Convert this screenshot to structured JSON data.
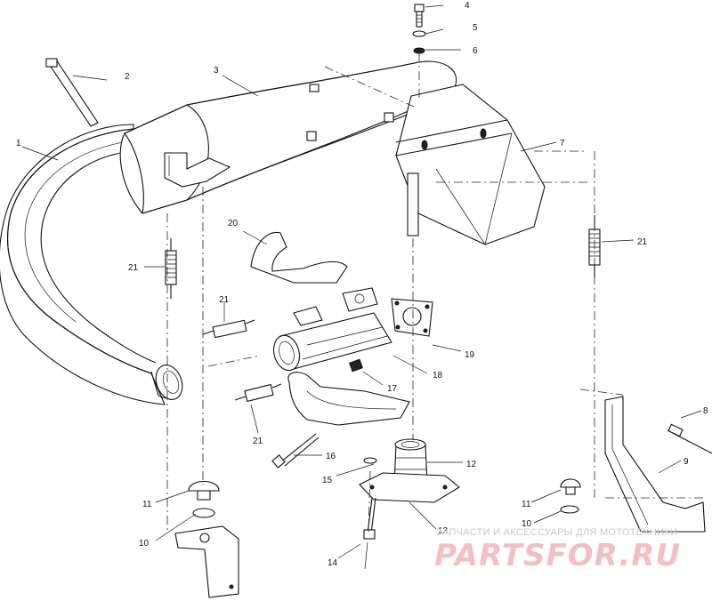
{
  "callouts": {
    "c1": "1",
    "c2": "2",
    "c3": "3",
    "c4": "4",
    "c5": "5",
    "c6": "6",
    "c7": "7",
    "c8": "8",
    "c9": "9",
    "c10a": "10",
    "c10b": "10",
    "c11a": "11",
    "c11b": "11",
    "c12": "12",
    "c13": "13",
    "c14": "14",
    "c15": "15",
    "c16": "16",
    "c17": "17",
    "c18": "18",
    "c19": "19",
    "c20": "20",
    "c21a": "21",
    "c21b": "21",
    "c21c": "21",
    "c21d": "21"
  },
  "watermark": {
    "caption": "ЗАПЧАСТИ И АКСЕССУАРЫ ДЛЯ МОТОТЕХНИКИ",
    "logo": "PARTSFOR.RU"
  },
  "colors": {
    "ink": "#111111",
    "watermark_logo": "#f2bfc4",
    "watermark_caption": "#c9c9c9"
  }
}
